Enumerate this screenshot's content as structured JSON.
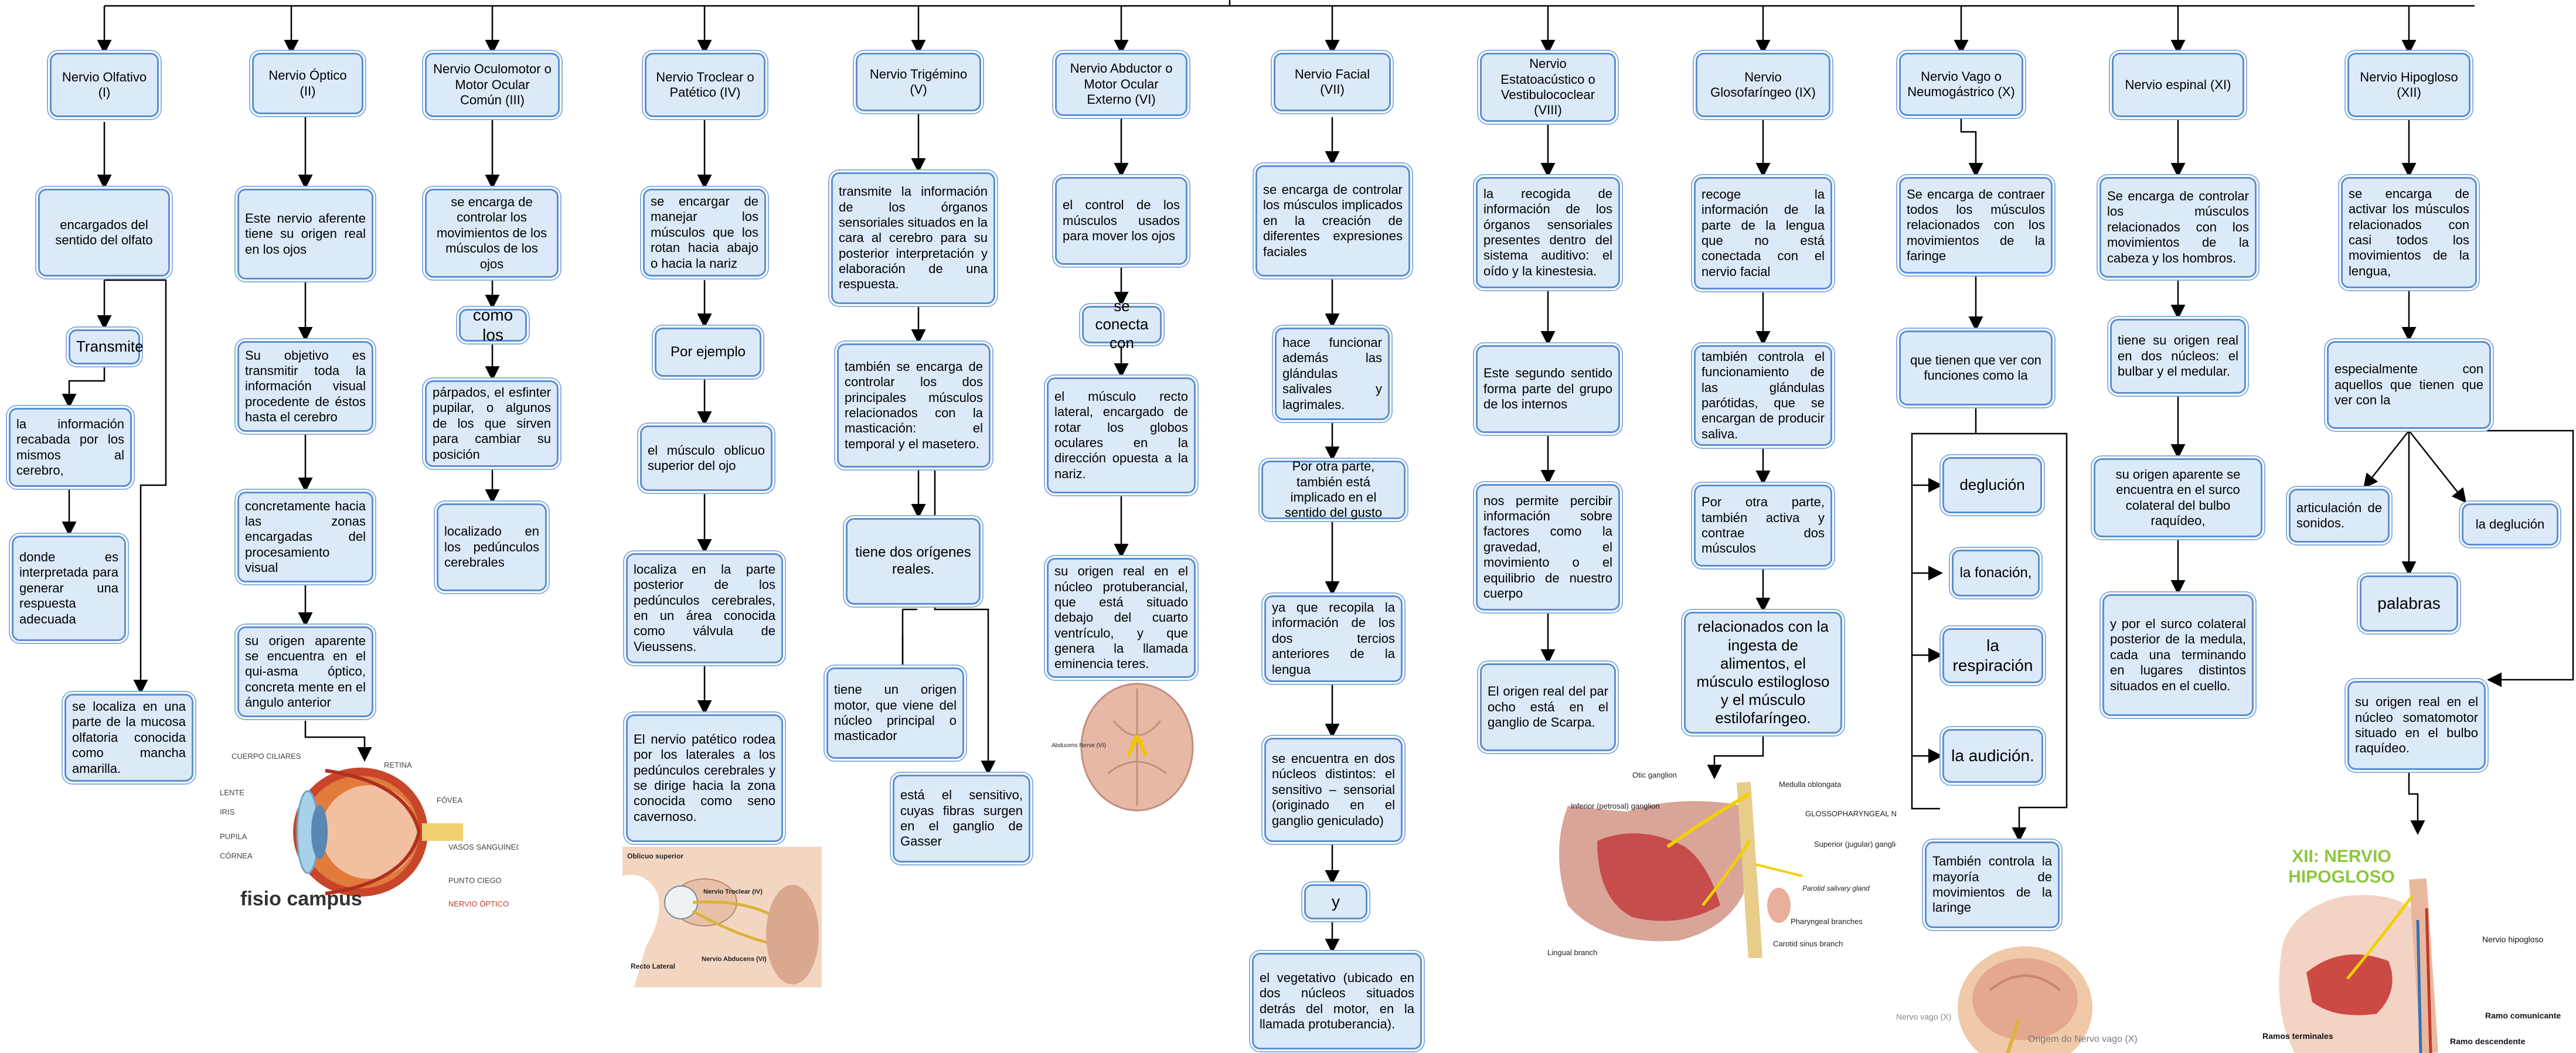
{
  "columns": [
    {
      "header": "Nervio Olfativo (I)",
      "nodes": [
        "encargados del sentido del olfato",
        "Transmite",
        "la información recabada por los mismos al cerebro,",
        "donde es interpretada para generar una respuesta adecuada",
        "se localiza en una parte de la mucosa olfatoria conocida como mancha amarilla."
      ]
    },
    {
      "header": "Nervio Óptico (II)",
      "nodes": [
        "Este nervio aferente tiene su origen real en los ojos",
        "Su objetivo es transmitir toda la información visual procedente de éstos hasta el cerebro",
        "concretamente hacia las zonas encargadas del procesamiento visual",
        "su origen aparente se encuentra en el qui-asma óptico, concreta mente en el ángulo anterior"
      ]
    },
    {
      "header": "Nervio Oculomotor o Motor Ocular Común (III)",
      "nodes": [
        "se encarga de controlar los movimientos de los músculos de los ojos",
        "como los",
        "párpados, el esfinter pupilar, o algunos de los que sirven para cambiar su posición",
        "localizado en los pedúnculos cerebrales"
      ]
    },
    {
      "header": "Nervio Troclear o Patético (IV)",
      "nodes": [
        "se encargar de manejar los músculos que los rotan hacia abajo o hacia la nariz",
        "Por ejemplo",
        "el músculo oblicuo superior del ojo",
        "localiza en la parte posterior de los pedúnculos cerebrales, en un área conocida como válvula de Vieussens.",
        "El nervio patético rodea por los laterales a los pedúnculos cerebrales y se dirige hacia la zona conocida como seno cavernoso."
      ]
    },
    {
      "header": "Nervio Trigémino (V)",
      "nodes": [
        "transmite la información de los órganos sensoriales situados en la cara al cerebro para su posterior interpretación y elaboración de una respuesta.",
        "también se encarga de controlar los dos principales músculos relacionados con la masticación: el temporal y el masetero.",
        "tiene dos orígenes reales.",
        "tiene un origen motor, que viene del núcleo principal o masticador",
        "está el sensitivo, cuyas fibras surgen en el ganglio de Gasser"
      ]
    },
    {
      "header": "Nervio Abductor o Motor Ocular Externo (VI)",
      "nodes": [
        "el control de los músculos usados para mover los ojos",
        "se conecta con",
        "el músculo recto lateral, encargado de rotar los globos oculares en la dirección opuesta a la nariz.",
        "su origen real en el núcleo protuberancial, que está situado debajo del cuarto ventrículo, y que genera la llamada eminencia teres."
      ]
    },
    {
      "header": "Nervio Facial (VII)",
      "nodes": [
        "se encarga de controlar los músculos implicados en la creación de diferentes expresiones faciales",
        "hace funcionar además las glándulas salivales y lagrimales.",
        "Por otra parte, también está implicado en el sentido del gusto",
        "ya que recopila la información de los dos tercios anteriores de la lengua",
        "se encuentra en dos núcleos distintos: el sensitivo – sensorial (originado en el ganglio geniculado)",
        "y",
        "el vegetativo (ubicado en dos núcleos situados detrás del motor, en la llamada protuberancia)."
      ]
    },
    {
      "header": "Nervio Estatoacústico o Vestibulococlear (VIII)",
      "nodes": [
        "la recogida de información de los órganos sensoriales presentes dentro del sistema auditivo: el oído y la kinestesia.",
        "Este segundo sentido forma parte del grupo de los internos",
        "nos permite percibir información sobre factores como la gravedad, el movimiento o el equilibrio de nuestro cuerpo",
        "El origen real del par ocho está en el ganglio de Scarpa."
      ]
    },
    {
      "header": "Nervio Glosofaríngeo (IX)",
      "nodes": [
        "recoge la información de la parte de la lengua que no está conectada con el nervio facial",
        "también controla el funcionamiento de las glándulas parótidas, que se encargan de producir saliva.",
        "Por otra parte, también activa y contrae dos músculos",
        "relacionados con la ingesta de alimentos, el músculo estilogloso y el músculo estilofaríngeo."
      ]
    },
    {
      "header": "Nervio Vago o Neumogástrico (X)",
      "nodes": [
        "Se encarga de contraer todos los músculos relacionados con los movimientos de la faringe",
        "que tienen que ver con funciones como la",
        "deglución",
        "la fonación,",
        "la respiración",
        "la audición.",
        "También controla la mayoría de movimientos de la laringe"
      ]
    },
    {
      "header": "Nervio espinal (XI)",
      "nodes": [
        "Se encarga de controlar los músculos relacionados con los movimientos de la cabeza y los hombros.",
        "tiene su origen real en dos núcleos: el bulbar y el medular.",
        "su origen aparente se encuentra en el surco colateral del bulbo raquídeo,",
        "y por el surco colateral posterior de la medula, cada una terminando en lugares distintos situados en el cuello."
      ]
    },
    {
      "header": "Nervio Hipogloso (XII)",
      "nodes": [
        "se encarga de activar los músculos relacionados con casi todos los movimientos de la lengua,",
        "especialmente con aquellos que tienen que ver con la",
        "articulación de sonidos.",
        "la deglución",
        "palabras",
        "su origen real en el núcleo somatomotor situado en el bulbo raquídeo."
      ]
    }
  ],
  "images": {
    "eye": {
      "labels": [
        "CUERPO CILIARES",
        "RETINA",
        "LENTE",
        "IRIS",
        "PUPILA",
        "CÓRNEA",
        "FÓVEA",
        "VASOS SANGUÍNEOS",
        "PUNTO CIEGO",
        "NERVIO ÓPTICO"
      ],
      "brand": "fisio campus"
    },
    "skull": {
      "labels": [
        "Oblicuo superior",
        "Nervio Troclear (IV)",
        "Nervio Abducens (VI)",
        "Recto Lateral"
      ]
    },
    "brain_base": {
      "labels": [
        "Abducens Nerve (VI)"
      ]
    },
    "glosso": {
      "labels": [
        "Otic ganglion",
        "Medulla oblongata",
        "Inferior (petrosal) ganglion",
        "GLOSSOPHARYNGEAL NERVE (IX)",
        "Superior (jugular) ganglion",
        "Parotid salivary gland",
        "Pharyngeal branches",
        "Carotid sinus branch",
        "Lingual branch"
      ]
    },
    "vagus": {
      "labels": [
        "Nervo vago (X)",
        "Origem do Nervo vago (X)"
      ]
    },
    "hypoglossal": {
      "title": "XII: NERVIO HIPOGLOSO",
      "labels": [
        "Nervio hipogloso",
        "Ramo comunicante",
        "Ramos terminales",
        "Ramo descendente"
      ]
    }
  },
  "colors": {
    "node_fill": "#dce9f8",
    "node_border": "#5b8fcf",
    "wire": "#000000",
    "title_green": "#8dc63f"
  }
}
